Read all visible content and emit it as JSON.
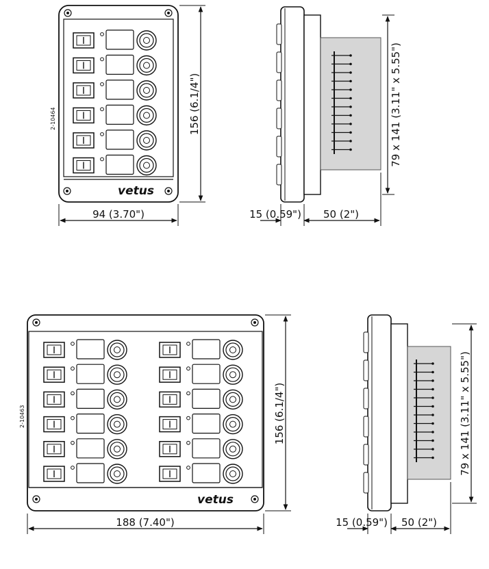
{
  "brand": "vetus",
  "panels": [
    {
      "id": "panel-6",
      "part_number": "2-10464",
      "width_label": "94 (3.70\")",
      "height_label": "156 (6.1/4\")",
      "columns": 1,
      "rows": 6
    },
    {
      "id": "panel-12",
      "part_number": "2-10463",
      "width_label": "188 (7.40\")",
      "height_label": "156 (6.1/4\")",
      "columns": 2,
      "rows": 6
    }
  ],
  "side_views": [
    {
      "id": "side-top",
      "front_depth_label": "15 (0.59\")",
      "rear_depth_label": "50 (2\")",
      "cutout_label": "79 x 141 (3.11\" x 5.55\")"
    },
    {
      "id": "side-bottom",
      "front_depth_label": "15 (0.59\")",
      "rear_depth_label": "50 (2\")",
      "cutout_label": "79 x 141 (3.11\" x 5.55\")"
    }
  ]
}
